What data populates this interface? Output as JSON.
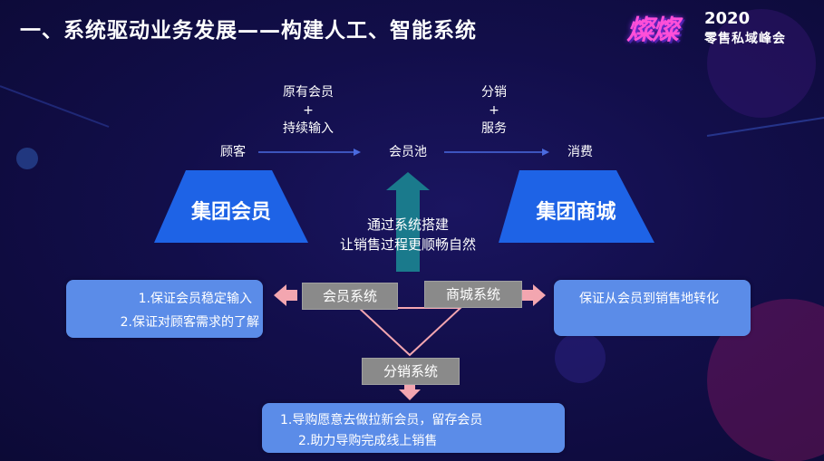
{
  "header": {
    "title": "一、系统驱动业务发展——构建人工、智能系统",
    "logo_main": "燦燦",
    "logo_year": "2020",
    "logo_subtitle": "零售私域峰会"
  },
  "flow": {
    "left_label": "顾客",
    "left_arrow_top": "原有会员",
    "left_arrow_plus": "+",
    "left_arrow_bottom": "持续输入",
    "center_label": "会员池",
    "right_arrow_top": "分销",
    "right_arrow_plus": "+",
    "right_arrow_bottom": "服务",
    "right_label": "消费"
  },
  "blocks": {
    "left_trapezoid": "集团会员",
    "right_trapezoid": "集团商城",
    "center_note_line1": "通过系统搭建",
    "center_note_line2": "让销售过程更顺畅自然"
  },
  "systems": {
    "member_system": "会员系统",
    "mall_system": "商城系统",
    "distribution_system": "分销系统"
  },
  "boxes": {
    "left_line1": "1.保证会员稳定输入",
    "left_line2": "2.保证对顾客需求的了解",
    "right_line1": "保证从会员到销售地转化",
    "bottom_line1": "1.导购愿意去做拉新会员，留存会员",
    "bottom_line2": "2.助力导购完成线上销售"
  },
  "colors": {
    "trapezoid": "#1e63e6",
    "up_arrow": "#1a7a8c",
    "pink_arrow": "#f3a6b0",
    "blue_box": "#5b8ce8",
    "grey_box": "#8a8a8a"
  }
}
